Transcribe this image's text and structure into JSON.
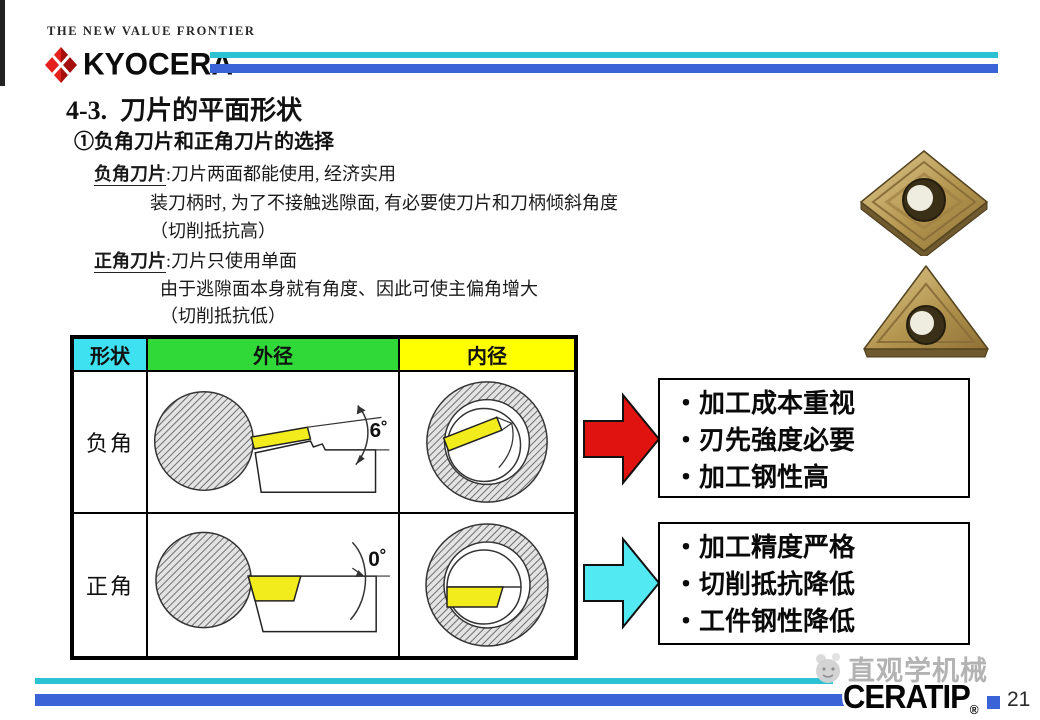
{
  "colors": {
    "stripe_cyan": "#2cc2d4",
    "stripe_blue": "#3a63d8",
    "kyocera_red": "#d31511",
    "table_header_shape_bg": "#3ee1f0",
    "table_header_od_bg": "#30d838",
    "table_header_id_bg": "#ffff00",
    "insert_yellow": "#f2ec1c",
    "arrow_red": "#e11311",
    "arrow_cyan": "#52e9f2"
  },
  "header": {
    "tagline": "THE NEW VALUE FRONTIER",
    "brand": "KYOCERA"
  },
  "title": "4-3.  刀片的平面形状",
  "subtitle": "①负角刀片和正角刀片的选择",
  "definitions": [
    {
      "term": "负角刀片",
      "sep": ":",
      "lines": [
        "刀片两面都能使用, 经济实用",
        "装刀柄时, 为了不接触逃隙面, 有必要使刀片和刀柄倾斜角度",
        "（切削抵抗高）"
      ]
    },
    {
      "term": "正角刀片",
      "sep": ":",
      "lines": [
        "刀片只使用单面",
        "由于逃隙面本身就有角度、因此可使主偏角增大",
        "（切削抵抗低）"
      ]
    }
  ],
  "table": {
    "headers": [
      {
        "label": "形状",
        "bg": "#3ee1f0"
      },
      {
        "label": "外径",
        "bg": "#30d838"
      },
      {
        "label": "内径",
        "bg": "#ffff00"
      }
    ],
    "rows": [
      {
        "shape": "负角",
        "angle": "6˚"
      },
      {
        "shape": "正角",
        "angle": "0˚"
      }
    ]
  },
  "callouts": [
    {
      "arrow_color": "#e11311",
      "items": [
        "・加工成本重视",
        "・刃先強度必要",
        "・加工钢性高"
      ]
    },
    {
      "arrow_color": "#52e9f2",
      "items": [
        "・加工精度严格",
        "・切削抵抗降低",
        "・工件钢性降低"
      ]
    }
  ],
  "footer": {
    "logo": "CERATIP",
    "reg": "®",
    "page": "21",
    "watermark": "直观学机械"
  }
}
